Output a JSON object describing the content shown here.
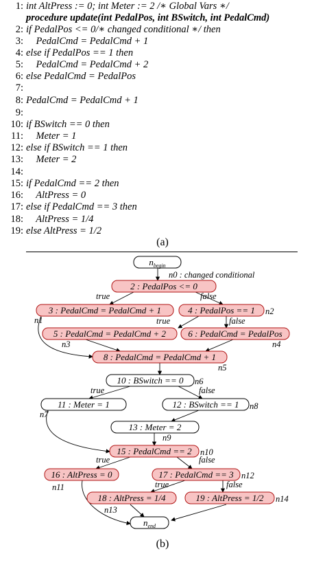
{
  "code": {
    "lines": [
      {
        "num": "1:",
        "text": "int AltPress := 0; int Meter := 2 /∗ Global Vars ∗/"
      },
      {
        "num": "",
        "text": "procedure update(int PedalPos, int BSwitch, int PedalCmd)"
      },
      {
        "num": "2:",
        "text": "if PedalPos <= 0/∗ changed conditional ∗/ then"
      },
      {
        "num": "3:",
        "text": "    PedalCmd = PedalCmd + 1"
      },
      {
        "num": "4:",
        "text": "else if PedalPos == 1 then"
      },
      {
        "num": "5:",
        "text": "    PedalCmd = PedalCmd + 2"
      },
      {
        "num": "6:",
        "text": "else PedalCmd = PedalPos"
      },
      {
        "num": "7:",
        "text": ""
      },
      {
        "num": "8:",
        "text": "PedalCmd = PedalCmd + 1"
      },
      {
        "num": "9:",
        "text": ""
      },
      {
        "num": "10:",
        "text": "if BSwitch == 0 then"
      },
      {
        "num": "11:",
        "text": "    Meter = 1"
      },
      {
        "num": "12:",
        "text": "else if BSwitch == 1 then"
      },
      {
        "num": "13:",
        "text": "    Meter = 2"
      },
      {
        "num": "14:",
        "text": ""
      },
      {
        "num": "15:",
        "text": "if PedalCmd == 2 then"
      },
      {
        "num": "16:",
        "text": "    AltPress = 0"
      },
      {
        "num": "17:",
        "text": "else if PedalCmd == 3 then"
      },
      {
        "num": "18:",
        "text": "    AltPress = 1/4"
      },
      {
        "num": "19:",
        "text": "else AltPress = 1/2"
      }
    ],
    "caption": "(a)"
  },
  "graph": {
    "caption": "(b)",
    "annotation": "n0 : changed conditional",
    "highlight_color": "#f8c4c4",
    "nodes": {
      "begin": {
        "label": "n_begin"
      },
      "n0": {
        "label": "2 : PedalPos <= 0",
        "highlight": true
      },
      "n1": {
        "label": "3 : PedalCmd = PedalCmd + 1",
        "id": "n1",
        "highlight": true
      },
      "n2": {
        "label": "4 : PedalPos == 1",
        "id": "n2",
        "highlight": true
      },
      "n3": {
        "label": "5 : PedalCmd = PedalCmd + 2",
        "id": "n3",
        "highlight": true
      },
      "n4": {
        "label": "6 : PedalCmd = PedalPos",
        "id": "n4",
        "highlight": true
      },
      "n5": {
        "label": "8 : PedalCmd = PedalCmd + 1",
        "id": "n5",
        "highlight": true
      },
      "n6": {
        "label": "10 : BSwitch == 0",
        "id": "n6",
        "highlight": false
      },
      "n7": {
        "label": "11 : Meter = 1",
        "id": "n7",
        "highlight": false
      },
      "n8": {
        "label": "12 : BSwitch == 1",
        "id": "n8",
        "highlight": false
      },
      "n9": {
        "label": "13 : Meter = 2",
        "id": "n9",
        "highlight": false
      },
      "n10": {
        "label": "15 : PedalCmd == 2",
        "id": "n10",
        "highlight": true
      },
      "n11": {
        "label": "16 : AltPress = 0",
        "id": "n11",
        "highlight": true
      },
      "n12": {
        "label": "17 : PedalCmd == 3",
        "id": "n12",
        "highlight": true
      },
      "n13": {
        "label": "18 : AltPress = 1/4",
        "id": "n13",
        "highlight": true
      },
      "n14": {
        "label": "19 : AltPress = 1/2",
        "id": "n14",
        "highlight": true
      },
      "end": {
        "label": "n_end"
      }
    },
    "edge_labels": {
      "true": "true",
      "false": "false"
    }
  }
}
